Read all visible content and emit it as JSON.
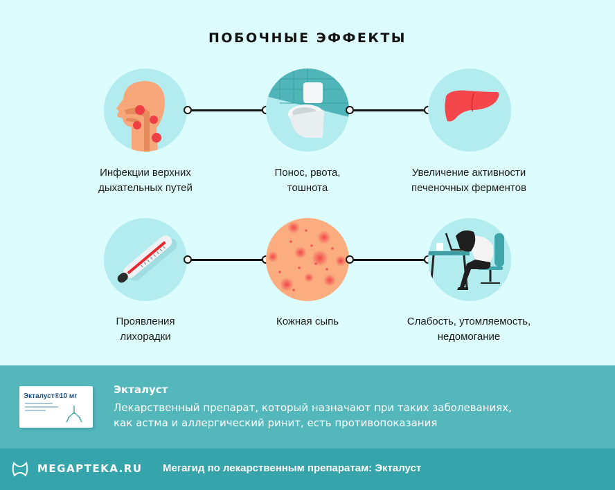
{
  "title": "ПОБОЧНЫЕ ЭФФЕКТЫ",
  "effects": [
    {
      "line1": "Инфекции верхних",
      "line2": "дыхательных путей",
      "icon": "respiratory-infection-icon"
    },
    {
      "line1": "Понос, рвота,",
      "line2": "тошнота",
      "icon": "toilet-icon"
    },
    {
      "line1": "Увеличение активности",
      "line2": "печеночных ферментов",
      "icon": "liver-icon"
    },
    {
      "line1": "Проявления",
      "line2": "лихорадки",
      "icon": "thermometer-icon"
    },
    {
      "line1": "Кожная сыпь",
      "line2": "",
      "icon": "skin-rash-icon"
    },
    {
      "line1": "Слабость, утомляемость,",
      "line2": "недомогание",
      "icon": "fatigue-icon"
    }
  ],
  "drug": {
    "name": "Экталуст",
    "pack_label": "Экталуст®10 мг",
    "description_line1": "Лекарственный препарат, который назначают при таких заболеваниях,",
    "description_line2": "как астма и аллергический ринит, есть противопоказания"
  },
  "footer": {
    "logo": "MEGAPTEKA.RU",
    "text": "Мегагид по лекарственным препаратам: Экталуст"
  },
  "colors": {
    "background": "#ddfcfd",
    "circle": "#b3ecef",
    "info_band": "#53b7bc",
    "footer_band": "#36a5ab",
    "accent_red": "#f04848"
  }
}
